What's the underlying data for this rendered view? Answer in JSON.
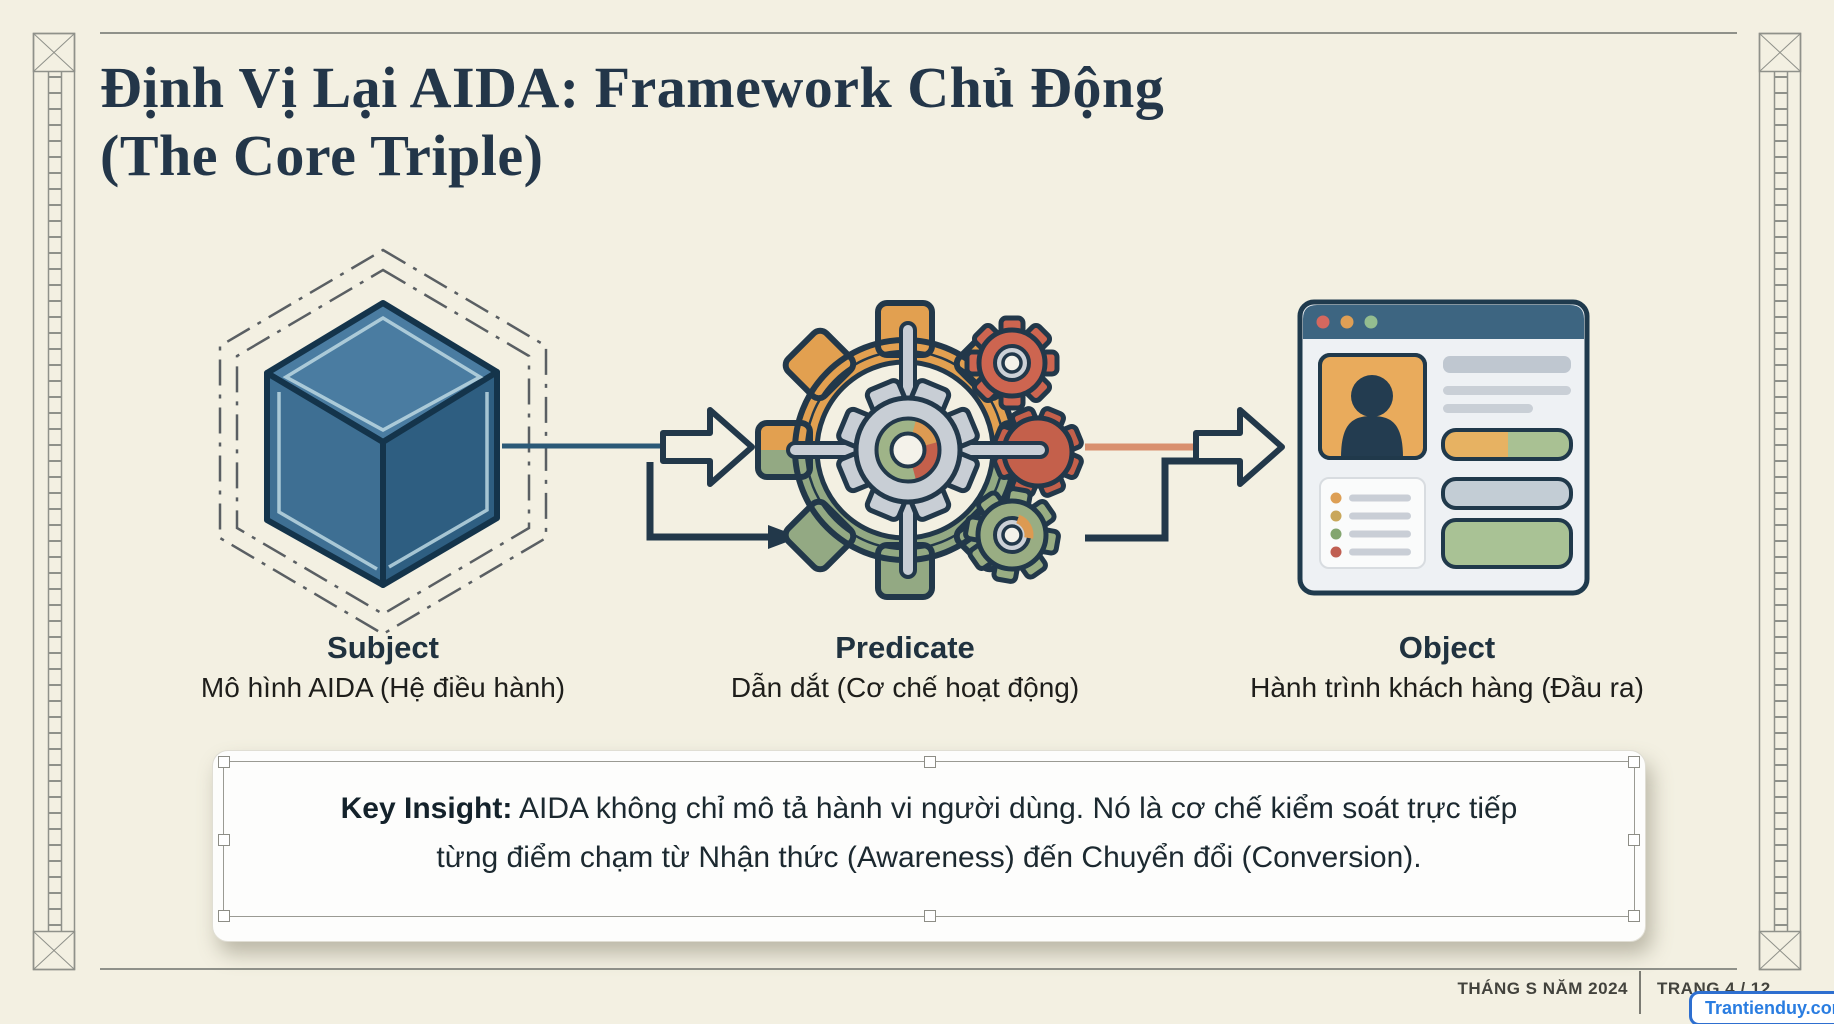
{
  "title": {
    "line1": "Định Vị Lại AIDA: Framework Chủ Động",
    "line2": "(The Core Triple)"
  },
  "columns": [
    {
      "label": "Subject",
      "sublabel": "Mô hình AIDA (Hệ điều hành)",
      "icon": "cube-icon"
    },
    {
      "label": "Predicate",
      "sublabel": "Dẫn dắt (Cơ chế hoạt động)",
      "icon": "gears-icon"
    },
    {
      "label": "Object",
      "sublabel": "Hành trình khách hàng (Đầu ra)",
      "icon": "browser-window-icon"
    }
  ],
  "insight": {
    "label": "Key Insight:",
    "text": "AIDA không chỉ mô tả hành vi người dùng. Nó là cơ chế kiểm soát trực tiếp từng điểm chạm từ Nhận thức (Awareness) đến Chuyển đổi (Conversion)."
  },
  "footer": {
    "date": "THÁNG S NĂM 2024",
    "page": "TRANG 4 / 12"
  },
  "watermark": {
    "label": "Trantienduy.com"
  },
  "colors": {
    "background": "#f3f0e2",
    "ink_navy": "#22384a",
    "cube_blue": "#3e6f93",
    "gear_orange": "#e2a050",
    "gear_green": "#93a983",
    "gear_red": "#c4604b",
    "salmon_line": "#d9906f",
    "watermark_blue": "#2a7de1"
  }
}
